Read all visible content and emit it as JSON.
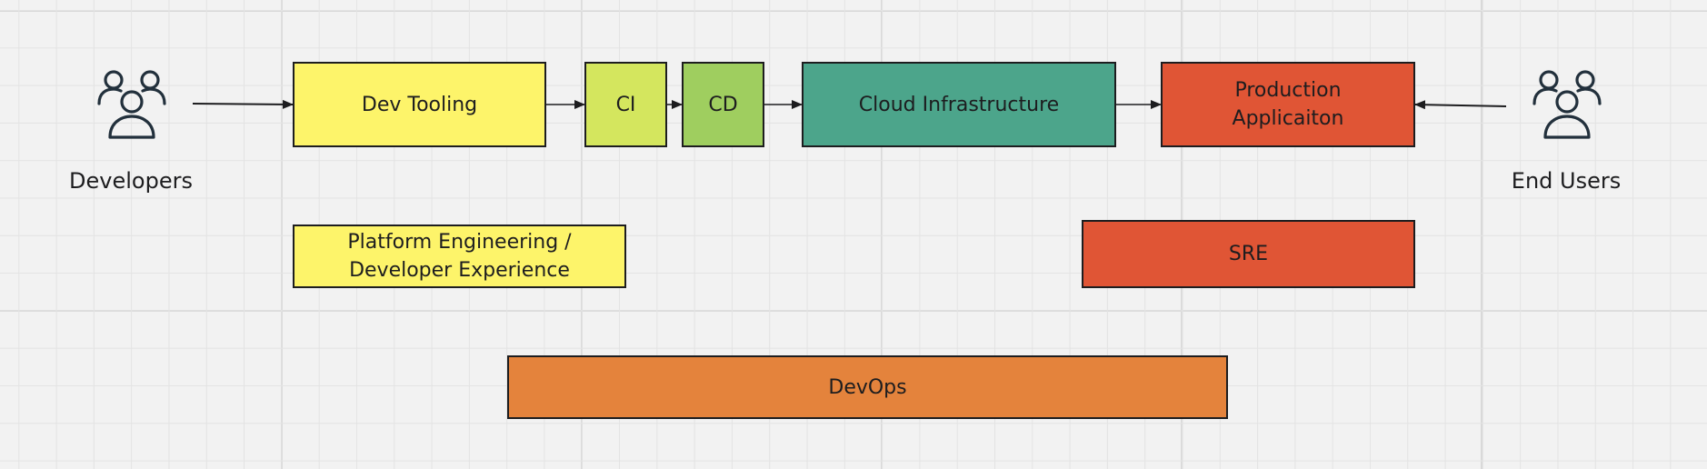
{
  "actors": {
    "developers": {
      "label": "Developers",
      "icon": "users-icon"
    },
    "end_users": {
      "label": "End Users",
      "icon": "users-icon"
    }
  },
  "pipeline": {
    "dev_tooling": {
      "label": "Dev Tooling",
      "color": "#fdf46a"
    },
    "ci": {
      "label": "CI",
      "color": "#d4e65e"
    },
    "cd": {
      "label": "CD",
      "color": "#9fce5f"
    },
    "cloud_infrastructure": {
      "label": "Cloud Infrastructure",
      "color": "#4ca58b"
    },
    "production_application": {
      "label": "Production\nApplicaiton",
      "color": "#e05535"
    }
  },
  "roles": {
    "platform_engineering": {
      "label": "Platform Engineering /\nDeveloper Experience",
      "color": "#fdf46a"
    },
    "sre": {
      "label": "SRE",
      "color": "#e05535"
    },
    "devops": {
      "label": "DevOps",
      "color": "#e4833c"
    }
  },
  "colors": {
    "stroke": "#1d1d1f",
    "canvas": "#f2f2f2",
    "grid": "#e3e3e3"
  }
}
